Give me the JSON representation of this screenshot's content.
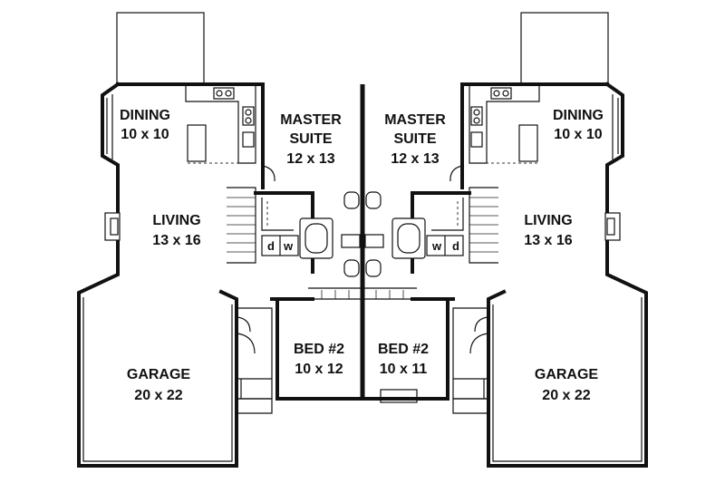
{
  "colors": {
    "wall": "#111111",
    "background": "#ffffff"
  },
  "left_unit": {
    "dining": {
      "name": "DINING",
      "size": "10 x 10"
    },
    "master": {
      "name1": "MASTER",
      "name2": "SUITE",
      "size": "12 x 13"
    },
    "living": {
      "name": "LIVING",
      "size": "13 x 16"
    },
    "garage": {
      "name": "GARAGE",
      "size": "20 x 22"
    },
    "bed2": {
      "name": "BED #2",
      "size": "10 x 12"
    },
    "laundry": {
      "dryer": "d",
      "washer": "w"
    }
  },
  "right_unit": {
    "dining": {
      "name": "DINING",
      "size": "10 x 10"
    },
    "master": {
      "name1": "MASTER",
      "name2": "SUITE",
      "size": "12 x 13"
    },
    "living": {
      "name": "LIVING",
      "size": "13 x 16"
    },
    "garage": {
      "name": "GARAGE",
      "size": "20 x 22"
    },
    "bed2": {
      "name": "BED #2",
      "size": "10 x 11"
    },
    "laundry": {
      "washer": "w",
      "dryer": "d"
    }
  }
}
